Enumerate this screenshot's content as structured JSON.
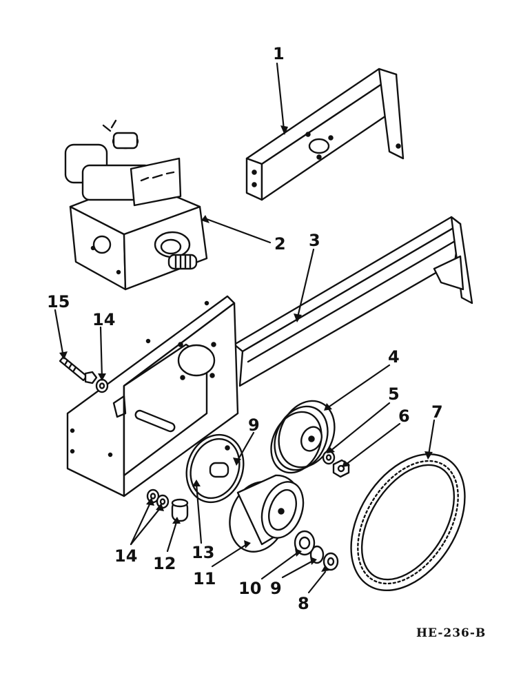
{
  "callouts": {
    "c1": "1",
    "c2": "2",
    "c3": "3",
    "c4": "4",
    "c5": "5",
    "c6": "6",
    "c7": "7",
    "c8": "8",
    "c9a": "9",
    "c9b": "9",
    "c10": "10",
    "c11": "11",
    "c12": "12",
    "c13": "13",
    "c14a": "14",
    "c14b": "14",
    "c15": "15"
  },
  "reference_code": "HE-236-B"
}
